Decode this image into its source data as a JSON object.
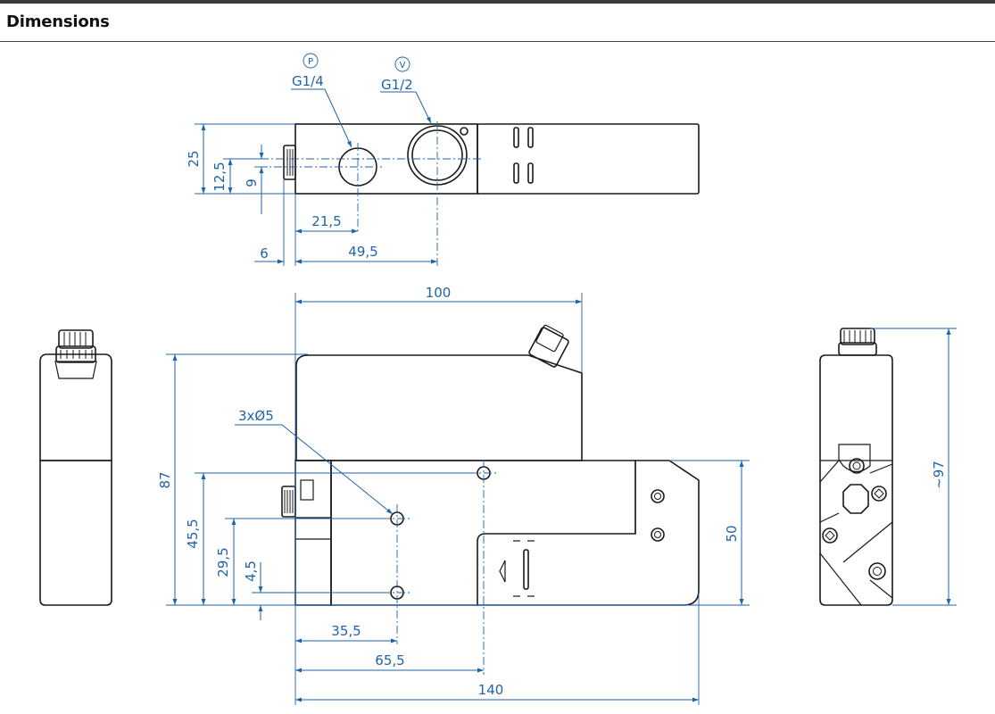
{
  "header": {
    "title": "Dimensions"
  },
  "colors": {
    "dimension": "#1f63a8",
    "outline": "#1a1a1a",
    "frame": "#3a3a3a"
  },
  "top_view": {
    "port_p": {
      "letter": "P",
      "thread": "G1/4"
    },
    "port_v": {
      "letter": "V",
      "thread": "G1/2"
    },
    "dims": {
      "height": "25",
      "half_height": "12,5",
      "offset": "9",
      "to_p": "21,5",
      "to_v": "49,5",
      "connector": "6"
    }
  },
  "front_view": {
    "dims": {
      "width_top": "100",
      "holes": "3xØ5",
      "height": "87",
      "h1": "45,5",
      "h2": "29,5",
      "h3": "4,5",
      "body_height": "50",
      "x1": "35,5",
      "x2": "65,5",
      "length": "140"
    }
  },
  "side_view": {
    "dims": {
      "height": "~97"
    }
  }
}
